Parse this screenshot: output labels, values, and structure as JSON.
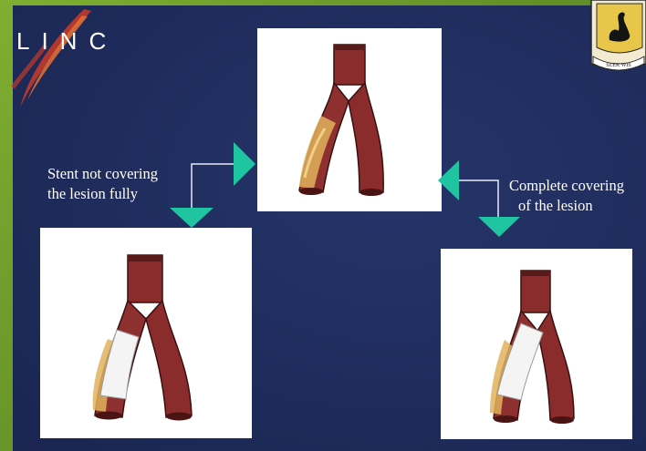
{
  "logo": {
    "text": "LINC"
  },
  "captions": {
    "incomplete": {
      "line1": "Stent not covering",
      "line2": "the lesion fully"
    },
    "complete": {
      "line1": "Complete covering",
      "line2": "of the lesion"
    }
  },
  "crest": {
    "motto": "SEEK WIS"
  },
  "colors": {
    "background_frame": "#6f9a2a",
    "slide_navy": "#1f2c5c",
    "arrow_teal": "#1fc4a0",
    "connector_line": "#e8ecf5",
    "vessel": "#8a2c2c",
    "plaque": "#e2b25c",
    "stent": "#f4f4f4"
  },
  "icons": [
    "arrow-right-icon",
    "arrow-left-icon",
    "arrow-down-icon",
    "swan-crest-icon"
  ]
}
